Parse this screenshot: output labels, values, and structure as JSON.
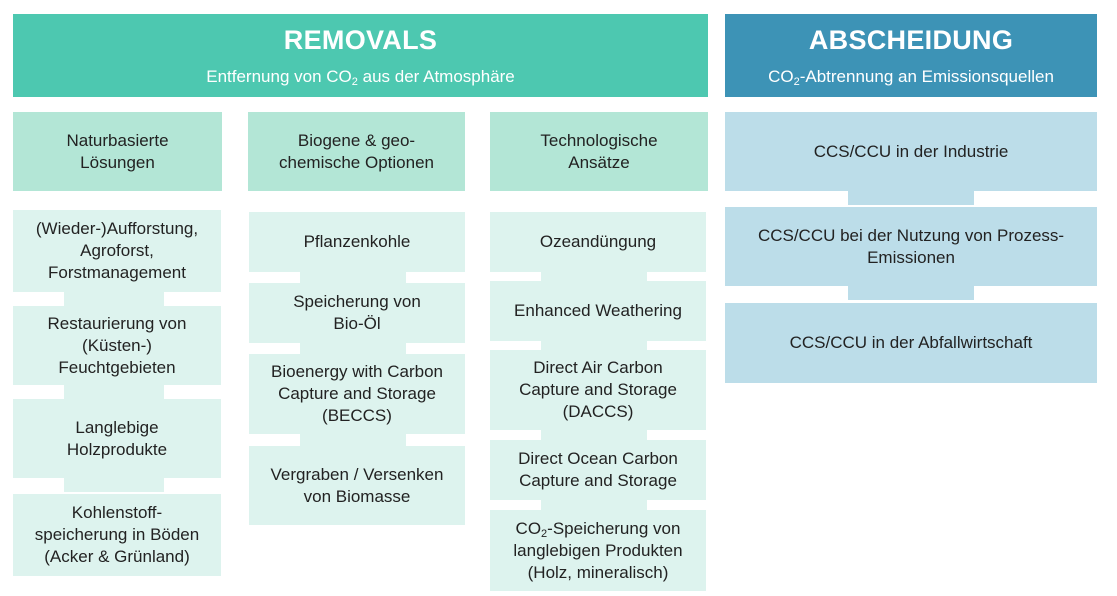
{
  "removals": {
    "title": "REMOVALS",
    "subtitle_pre": "Entfernung von CO",
    "subtitle_sub": "2",
    "subtitle_post": " aus der Atmosphäre"
  },
  "abscheidung": {
    "title": "ABSCHEIDUNG",
    "subtitle_pre": "CO",
    "subtitle_sub": "2",
    "subtitle_post": "-Abtrennung an Emissionsquellen",
    "items": [
      "CCS/CCU in der Industrie",
      "CCS/CCU bei der Nutzung von Prozess-\nEmissionen",
      "CCS/CCU in der Abfallwirtschaft"
    ]
  },
  "columns": [
    {
      "header": "Naturbasierte\nLösungen",
      "items": [
        "(Wieder-)Aufforstung,\nAgroforst,\nForstmanagement",
        "Restaurierung von\n(Küsten-)\nFeuchtgebieten",
        "Langlebige\nHolzprodukte",
        "Kohlenstoff-\nspeicherung in Böden\n(Acker & Grünland)"
      ]
    },
    {
      "header": "Biogene & geo-\nchemische Optionen",
      "items": [
        "Pflanzenkohle",
        "Speicherung von\nBio-Öl",
        "Bioenergy with Carbon\nCapture and Storage\n(BECCS)",
        "Vergraben / Versenken\nvon Biomasse"
      ]
    },
    {
      "header": "Technologische\nAnsätze",
      "items": [
        "Ozeandüngung",
        "Enhanced Weathering",
        "Direct Air Carbon\nCapture and Storage\n(DACCS)",
        "Direct Ocean Carbon\nCapture and Storage"
      ],
      "last_item": {
        "pre": "CO",
        "sub": "2",
        "post": "-Speicherung von\nlanglebigen Produkten\n(Holz, mineralisch)"
      }
    }
  ],
  "colors": {
    "removals_header": "#4dc8b0",
    "abscheidung_header": "#3d93b6",
    "category_box": "#b3e6d6",
    "item_box": "#ddf3ee",
    "abscheidung_box": "#bcdde9"
  }
}
